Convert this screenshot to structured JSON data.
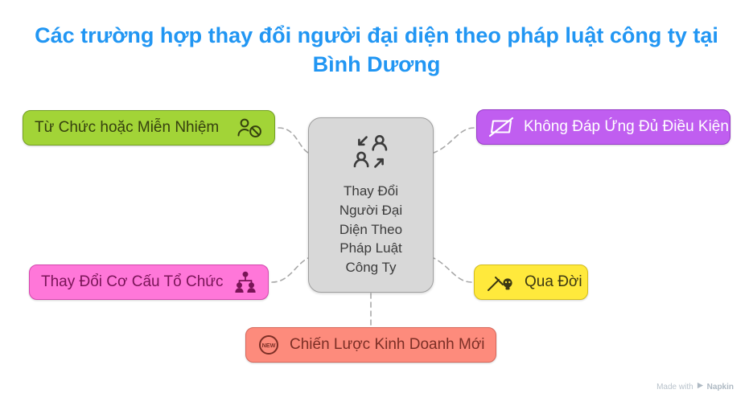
{
  "title": "Các trường hợp thay đổi người đại diện theo pháp luật công ty tại Bình Dương",
  "title_color": "#2196f3",
  "center": {
    "label": "Thay Đổi Người Đại Diện Theo Pháp Luật Công Ty",
    "icon": "people-swap-icon",
    "bg": "#d8d8d8"
  },
  "nodes": [
    {
      "id": "resignation",
      "label": "Từ Chức hoặc Miễn Nhiệm",
      "icon": "person-blocked-icon",
      "bg": "#a2d437",
      "text_color": "#35400f"
    },
    {
      "id": "not-qualified",
      "label": "Không Đáp Ứng Đủ Điều Kiện",
      "icon": "crossed-frame-icon",
      "bg": "#c05ef0",
      "text_color": "#ffffff"
    },
    {
      "id": "restructure",
      "label": "Thay Đổi Cơ Cấu Tổ Chức",
      "icon": "org-chart-icon",
      "bg": "#ff77d9",
      "text_color": "#791457"
    },
    {
      "id": "death",
      "label": "Qua Đời",
      "icon": "skull-sword-icon",
      "bg": "#ffe93c",
      "text_color": "#3c3813"
    },
    {
      "id": "new-strategy",
      "label": "Chiến Lược Kinh Doanh Mới",
      "icon": "new-badge-icon",
      "badge": "NEW",
      "bg": "#fd8b7c",
      "text_color": "#7c2f26"
    }
  ],
  "watermark": {
    "prefix": "Made with",
    "brand": "Napkin"
  }
}
